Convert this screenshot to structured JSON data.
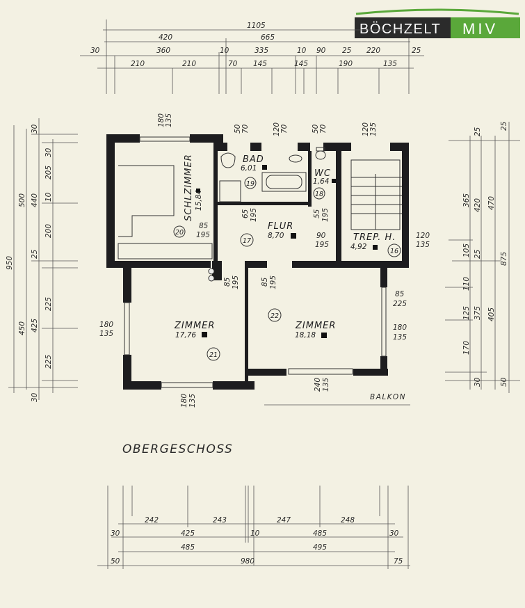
{
  "logo": {
    "brand": "BÖCHZELT",
    "suffix": "MIV",
    "dark_color": "#2b2b2b",
    "green_color": "#5aa83a"
  },
  "plan_title": "OBERGESCHOSS",
  "balcony_label": "BALKON",
  "rooms": [
    {
      "name": "SCHLZIMMER",
      "area": "15,84",
      "number": "20"
    },
    {
      "name": "BAD",
      "area": "6,01",
      "number": "19"
    },
    {
      "name": "WC",
      "area": "1,64",
      "number": "18"
    },
    {
      "name": "FLUR",
      "area": "8,70",
      "number": "17"
    },
    {
      "name": "TREP. H.",
      "area": "4,92",
      "number": "16"
    },
    {
      "name": "ZIMMER",
      "area": "17,76",
      "number": "21"
    },
    {
      "name": "ZIMMER",
      "area": "18,18",
      "number": "22"
    }
  ],
  "dims_top": {
    "total": "1105",
    "row2": [
      "420",
      "665"
    ],
    "row3": [
      "30",
      "360",
      "10",
      "335",
      "10",
      "90",
      "25",
      "220",
      "25"
    ],
    "row4": [
      "210",
      "210",
      "70",
      "145",
      "145",
      "190",
      "135"
    ]
  },
  "dims_left": [
    "950",
    "500",
    "450",
    "30",
    "440",
    "25",
    "425",
    "30",
    "30",
    "205",
    "10",
    "200",
    "225",
    "225"
  ],
  "dims_right": [
    "25",
    "25",
    "365",
    "420",
    "470",
    "105",
    "25",
    "875",
    "110",
    "125",
    "375",
    "405",
    "170",
    "30",
    "50"
  ],
  "dims_bottom": {
    "row1": [
      "242",
      "243",
      "247",
      "248"
    ],
    "row2": [
      "30",
      "425",
      "10",
      "485",
      "30"
    ],
    "row3": [
      "485",
      "495"
    ],
    "row4": [
      "50",
      "980",
      "75"
    ]
  },
  "openings": [
    [
      "180",
      "135"
    ],
    [
      "50",
      "70"
    ],
    [
      "120",
      "70"
    ],
    [
      "50",
      "70"
    ],
    [
      "120",
      "135"
    ],
    [
      "65",
      "195"
    ],
    [
      "55",
      "195"
    ],
    [
      "85",
      "195"
    ],
    [
      "90",
      "195"
    ],
    [
      "120",
      "135"
    ],
    [
      "85",
      "195"
    ],
    [
      "85",
      "195"
    ],
    [
      "85",
      "225"
    ],
    [
      "180",
      "135"
    ],
    [
      "180",
      "135"
    ],
    [
      "180",
      "135"
    ],
    [
      "240",
      "135"
    ]
  ]
}
